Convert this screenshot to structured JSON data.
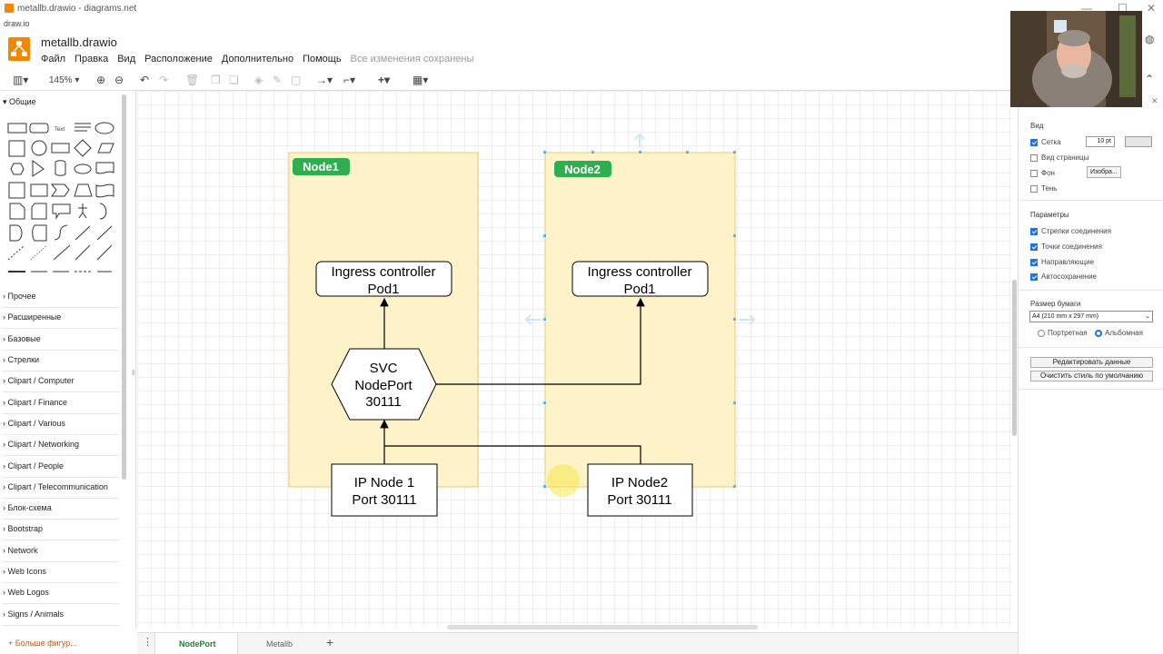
{
  "window": {
    "title": "metallb.drawio - diagrams.net",
    "app": "draw.io"
  },
  "file": {
    "name": "metallb.drawio"
  },
  "menu": {
    "items": [
      "Файл",
      "Правка",
      "Вид",
      "Расположение",
      "Дополнительно",
      "Помощь"
    ],
    "status": "Все изменения сохранены"
  },
  "toolbar": {
    "zoom": "145%"
  },
  "sidebar": {
    "general": "Общие",
    "text_shape": "Text",
    "sections": [
      "Прочее",
      "Расширенные",
      "Базовые",
      "Стрелки",
      "Clipart / Computer",
      "Clipart / Finance",
      "Clipart / Various",
      "Clipart / Networking",
      "Clipart / People",
      "Clipart / Telecommunication",
      "Блок-схема",
      "Bootstrap",
      "Network",
      "Web Icons",
      "Web Logos",
      "Signs / Animals"
    ],
    "more": "+ Больше фигур..."
  },
  "diagram": {
    "node1_label": "Node1",
    "node2_label": "Node2",
    "ingress1_line1": "Ingress controller",
    "ingress1_line2": "Pod1",
    "ingress2_line1": "Ingress controller",
    "ingress2_line2": "Pod1",
    "svc_line1": "SVC",
    "svc_line2": "NodePort",
    "svc_line3": "30111",
    "ip1_line1": "IP Node 1",
    "ip1_line2": "Port 30111",
    "ip2_line1": "IP Node2",
    "ip2_line2": "Port 30111",
    "green": "#2eae4f",
    "container_fill": "#fdf2c8",
    "container_stroke": "#e9c97a"
  },
  "pages": {
    "tabs": [
      "NodePort",
      "Metallb"
    ],
    "active_color": "#1e7e34"
  },
  "format_panel": {
    "view_title": "Вид",
    "grid_label": "Сетка",
    "grid_value": "10 pt",
    "page_view_label": "Вид страницы",
    "background_label": "Фон",
    "background_button": "Изобра...",
    "shadow_label": "Тень",
    "options_title": "Параметры",
    "options": [
      "Стрелки соединения",
      "Точки соединения",
      "Направляющие",
      "Автосохранение"
    ],
    "paper_title": "Размер бумаги",
    "paper_value": "A4 (210 mm x 297 mm)",
    "portrait": "Портретная",
    "landscape": "Альбомная",
    "edit_data": "Редактировать данные",
    "clear_style": "Очистить стиль по умолчанию"
  }
}
